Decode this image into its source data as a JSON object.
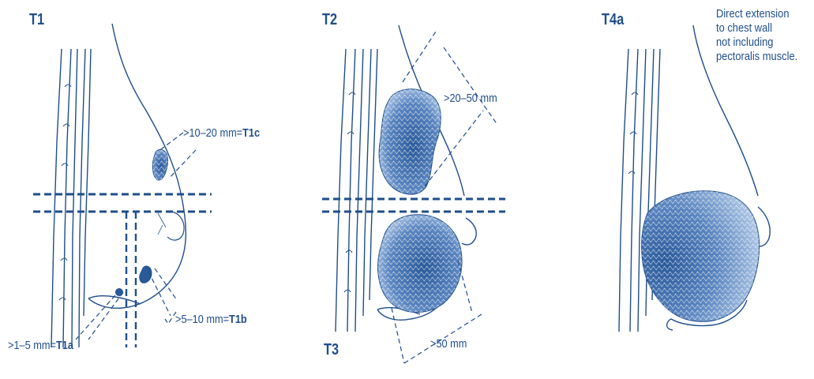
{
  "colors": {
    "ink": "#1f4e8c",
    "tumor_dark": "#2a5a9a",
    "tumor_light": "#a9c3e3",
    "background": "#ffffff"
  },
  "panels": [
    {
      "stage_label": "T1",
      "annotations": [
        {
          "range": ">10–20 mm=",
          "stage": "T1c"
        },
        {
          "range": ">5–10 mm=",
          "stage": "T1b"
        },
        {
          "range": ">1–5 mm=",
          "stage": "T1a"
        }
      ]
    },
    {
      "stage_label": "T2",
      "annotations": [
        {
          "range": ">20–50 mm"
        },
        {
          "range": ">50 mm"
        }
      ],
      "secondary_label": "T3"
    },
    {
      "stage_label": "T4a",
      "note_lines": [
        "Direct extension",
        "to chest wall",
        "not including",
        "pectoralis muscle."
      ]
    }
  ]
}
